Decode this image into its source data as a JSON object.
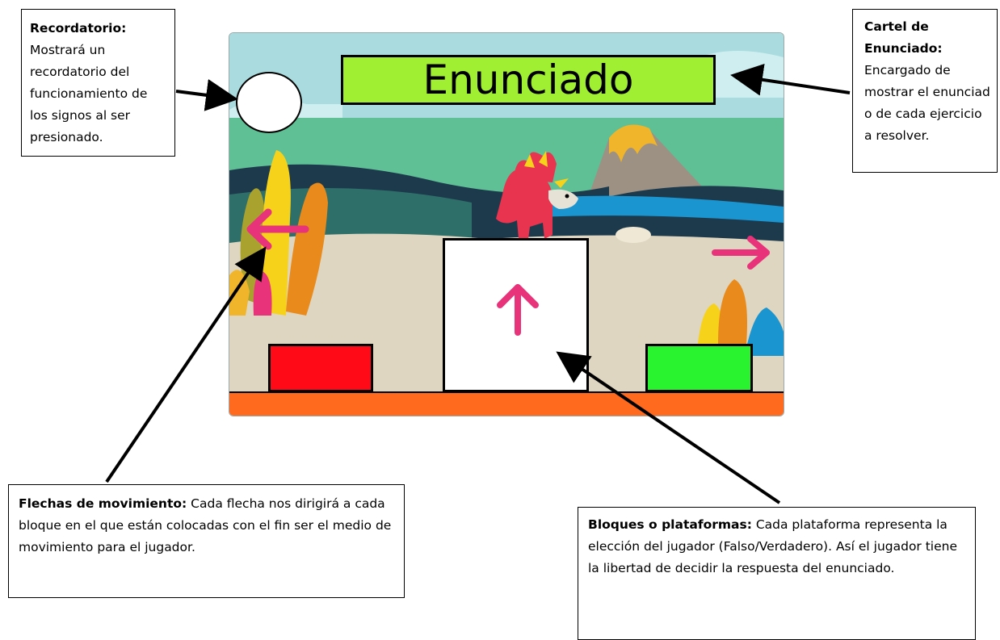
{
  "notes": {
    "recordatorio": {
      "title": "Recordatorio:",
      "body": "Mostrará un recordatorio del funcionamiento de los signos al ser presionado."
    },
    "cartel": {
      "title": "Cartel de Enunciado:",
      "body": "Encargado de mostrar el enunciad o de cada ejercicio a resolver."
    },
    "flechas": {
      "title": "Flechas de movimiento:",
      "body": "Cada flecha nos dirigirá a cada bloque en el que están colocadas con el fin ser el medio de movimiento para el jugador."
    },
    "bloques": {
      "title": "Bloques o plataformas:",
      "body": "Cada plataforma representa la elección del jugador (Falso/Verdadero). Así el jugador tiene la libertad de decidir la respuesta del enunciado."
    }
  },
  "game": {
    "title_sign": "Enunciado",
    "icons": {
      "left_arrow": "arrow-left-icon",
      "right_arrow": "arrow-right-icon",
      "up_arrow": "arrow-up-icon",
      "reminder": "circle-button"
    },
    "colors": {
      "sign": "#a1ef33",
      "block_false": "#ff0a16",
      "block_true": "#29f22f",
      "floor": "#ff6a1f",
      "arrows": "#e8337a",
      "sky": "#a9dbdf",
      "grass": "#5fbf95",
      "sand": "#ded6c0"
    }
  }
}
